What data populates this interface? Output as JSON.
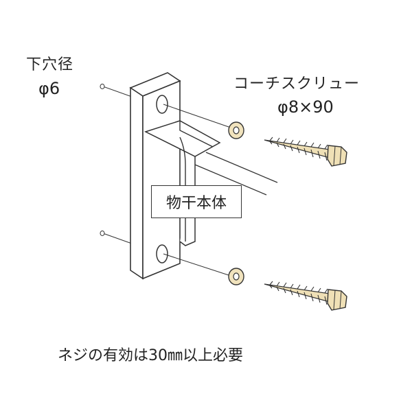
{
  "labels": {
    "pilot_hole_title": "下穴径",
    "pilot_hole_size": "φ6",
    "screw_name": "コーチスクリュー",
    "screw_size": "φ8×90",
    "body": "物干本体",
    "note": "ネジの有効は30㎜以上必要"
  },
  "colors": {
    "line": "#333333",
    "screw_fill": "#efe0b6",
    "washer_fill": "#f1e3bd"
  }
}
